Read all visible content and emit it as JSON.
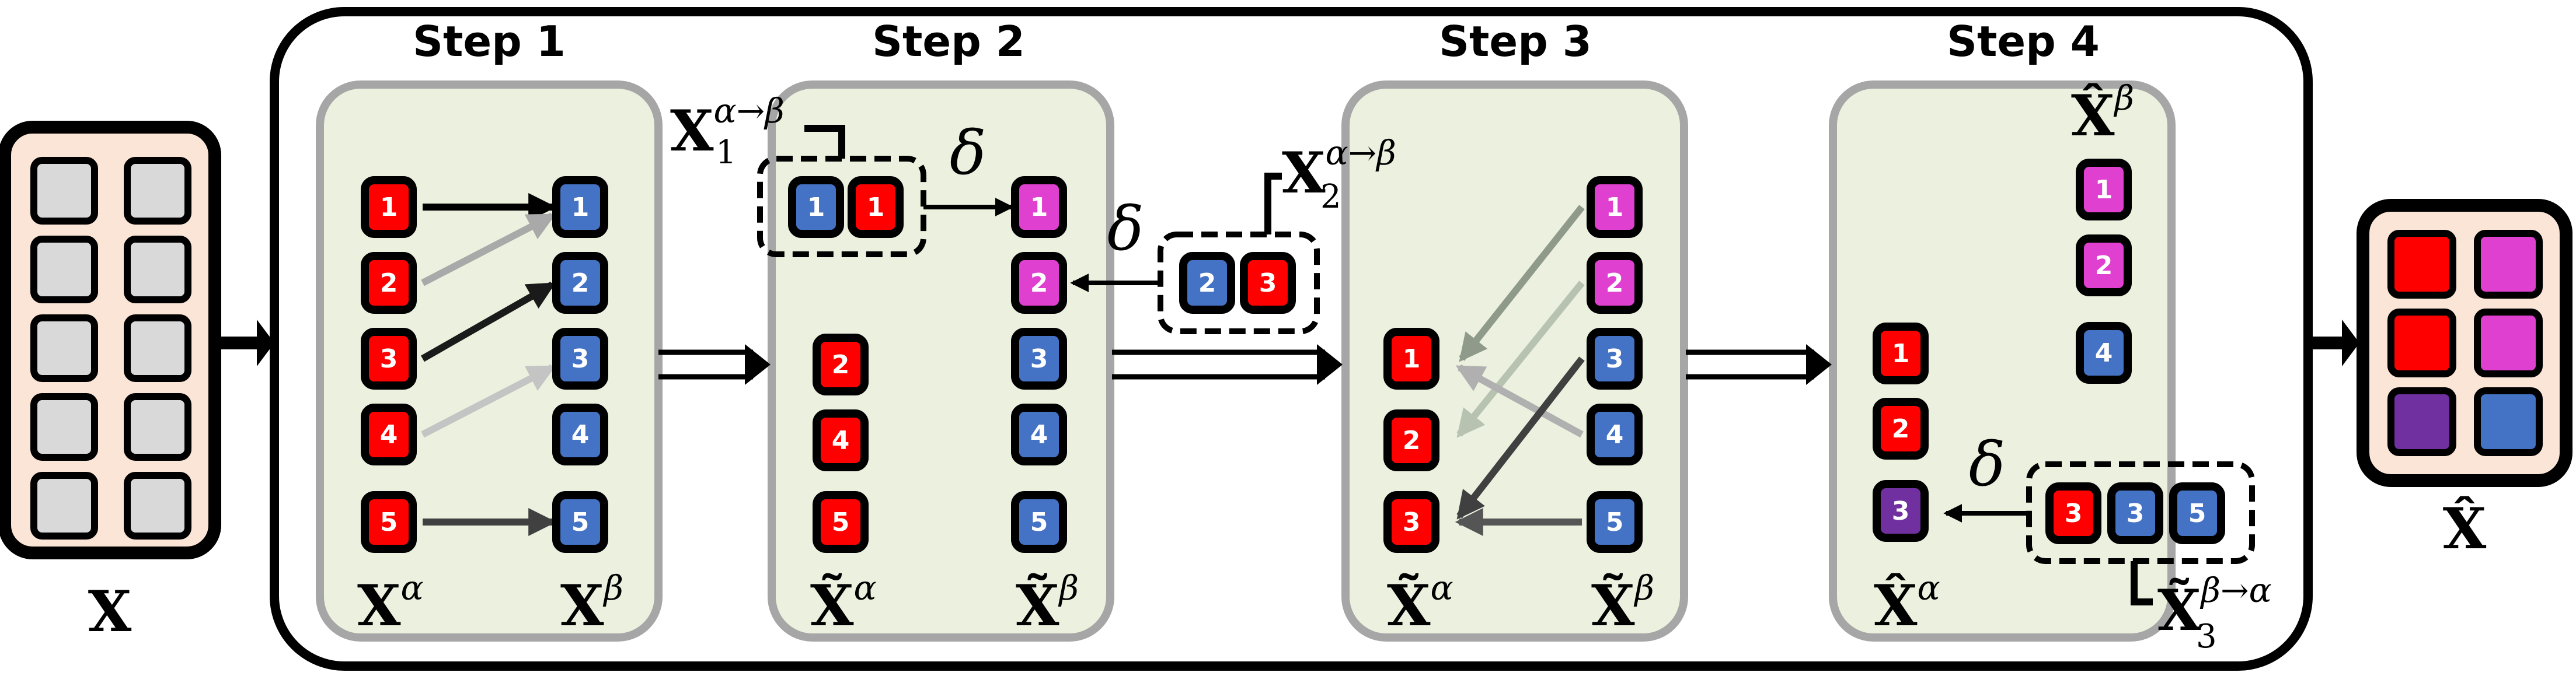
{
  "colors": {
    "red": "#ff0000",
    "blue": "#4472c4",
    "pink": "#e040d0",
    "purple": "#7030a0",
    "gray": "#d9d9d9",
    "panel_fill": "#ebf1de",
    "input_fill": "#fbe5d6"
  },
  "steps": [
    {
      "title": "Step 1"
    },
    {
      "title": "Step 2"
    },
    {
      "title": "Step 3"
    },
    {
      "title": "Step 4"
    }
  ],
  "labels": {
    "input": {
      "base": "X",
      "sup": ""
    },
    "output": {
      "base": "X̂",
      "sup": ""
    },
    "s1_left": {
      "base": "X",
      "sup": "α"
    },
    "s1_right": {
      "base": "X",
      "sup": "β"
    },
    "s2_left": {
      "base": "X̃",
      "sup": "α"
    },
    "s2_right": {
      "base": "X̃",
      "sup": "β"
    },
    "s3_left": {
      "base": "X̃",
      "sup": "α"
    },
    "s3_right": {
      "base": "X̃",
      "sup": "β"
    },
    "s4_left": {
      "base": "X̂",
      "sup": "α"
    },
    "s4_top": {
      "base": "X̂",
      "sup": "β"
    },
    "group1": {
      "base": "X",
      "sub": "1",
      "sup": "α→β"
    },
    "group2": {
      "base": "X",
      "sub": "2",
      "sup": "α→β"
    },
    "group3": {
      "base": "X̃",
      "sub": "3",
      "sup": "β→α"
    },
    "delta": "δ"
  },
  "blocks": {
    "s1_alpha": [
      "1",
      "2",
      "3",
      "4",
      "5"
    ],
    "s1_beta": [
      "1",
      "2",
      "3",
      "4",
      "5"
    ],
    "s2_group1": [
      "1",
      "1"
    ],
    "s2_beta": [
      "1",
      "2",
      "3",
      "4",
      "5"
    ],
    "s2_alpha": [
      "2",
      "4",
      "5"
    ],
    "s2_group2": [
      "2",
      "3"
    ],
    "s3_alpha": [
      "1",
      "2",
      "3"
    ],
    "s3_beta": [
      "1",
      "2",
      "3",
      "4",
      "5"
    ],
    "s4_alpha": [
      "1",
      "2",
      "3"
    ],
    "s4_beta": [
      "1",
      "2",
      "4"
    ],
    "s4_group3": [
      "3",
      "3",
      "5"
    ]
  }
}
